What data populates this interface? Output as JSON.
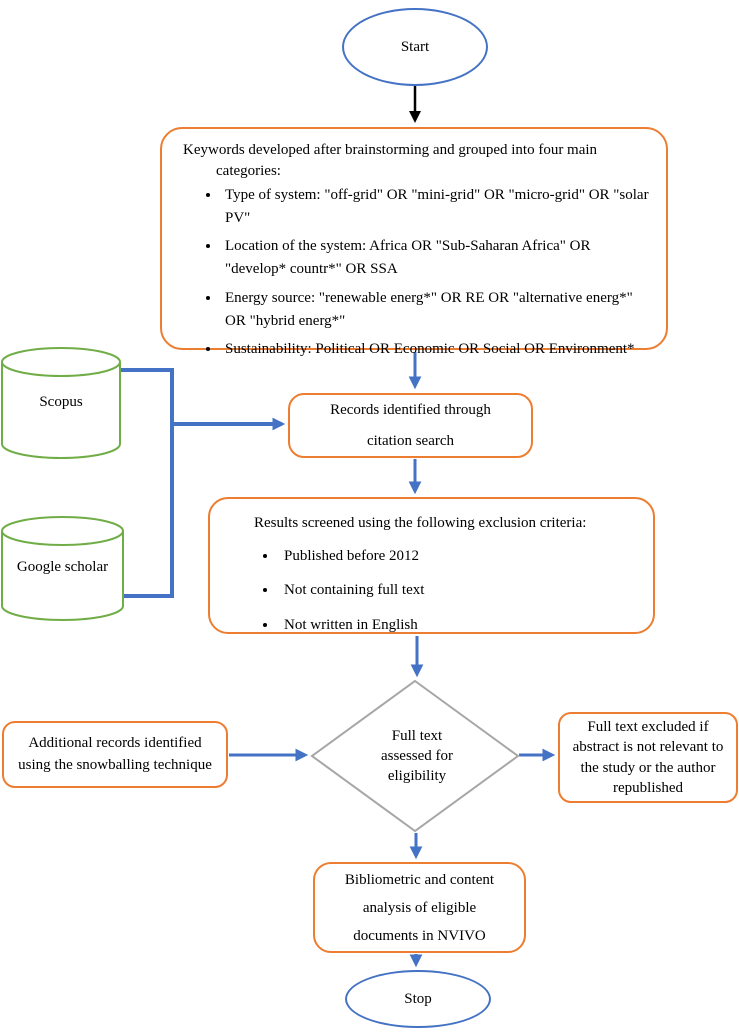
{
  "colors": {
    "orange": "#ED7D31",
    "blue": "#4472C4",
    "green": "#70AD47",
    "gray": "#A6A6A6",
    "black": "#000000"
  },
  "nodes": {
    "start": {
      "label": "Start"
    },
    "keywords": {
      "title_line1": "Keywords developed after brainstorming and grouped into four main",
      "title_line2": "categories:",
      "bullets": [
        "Type of system: \"off-grid\" OR \"mini-grid\" OR \"micro-grid\" OR \"solar PV\"",
        "Location of the system: Africa OR \"Sub-Saharan Africa\" OR \"develop* countr*\" OR SSA",
        "Energy source: \"renewable energ*\" OR RE OR \"alternative energ*\" OR \"hybrid energ*\"",
        "Sustainability: Political OR Economic OR Social OR Environment*"
      ]
    },
    "scopus": {
      "label": "Scopus"
    },
    "google": {
      "label": "Google scholar"
    },
    "records": {
      "lines": [
        "Records identified through",
        "citation search"
      ]
    },
    "results": {
      "title": "Results screened using the following exclusion criteria:",
      "bullets": [
        "Published before 2012",
        "Not containing full text",
        "Not written in English"
      ]
    },
    "snowball": {
      "lines": [
        "Additional records identified",
        "using the snowballing technique"
      ]
    },
    "eligibility": {
      "lines": [
        "Full text",
        "assessed for",
        "eligibility"
      ]
    },
    "excluded": {
      "lines": [
        "Full text excluded if",
        "abstract is not relevant to",
        "the study or the author",
        "republished"
      ]
    },
    "nvivo": {
      "lines": [
        "Bibliometric and content",
        "analysis of eligible",
        "documents in NVIVO"
      ]
    },
    "stop": {
      "label": "Stop"
    }
  }
}
